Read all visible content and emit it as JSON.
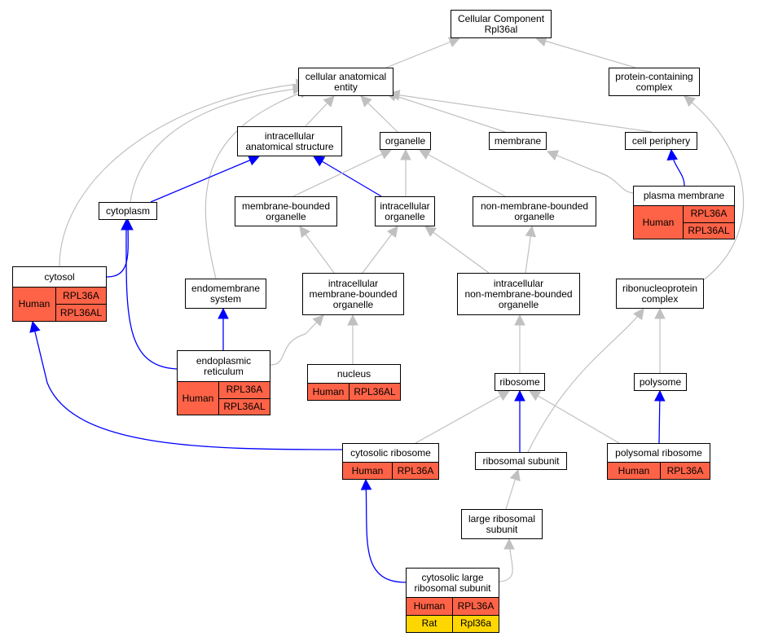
{
  "colors": {
    "annotated_edge": "#0000ff",
    "plain_edge": "#c0c0c0",
    "human": "#ff6347",
    "rat": "#ffd700"
  },
  "nodes": {
    "root": {
      "label": "Cellular Component\nRpl36al"
    },
    "cellular_anatomical_entity": {
      "label": "cellular anatomical\nentity"
    },
    "protein_containing_complex": {
      "label": "protein-containing\ncomplex"
    },
    "intracellular_anatomical_structure": {
      "label": "intracellular\nanatomical structure"
    },
    "organelle": {
      "label": "organelle"
    },
    "membrane": {
      "label": "membrane"
    },
    "cell_periphery": {
      "label": "cell periphery"
    },
    "plasma_membrane": {
      "label": "plasma membrane",
      "annotations": [
        {
          "species": "Human",
          "genes": [
            "RPL36A",
            "RPL36AL"
          ]
        }
      ]
    },
    "cytoplasm": {
      "label": "cytoplasm"
    },
    "membrane_bounded_organelle": {
      "label": "membrane-bounded\norganelle"
    },
    "intracellular_organelle": {
      "label": "intracellular\norganelle"
    },
    "non_membrane_bounded_organelle": {
      "label": "non-membrane-bounded\norganelle"
    },
    "cytosol": {
      "label": "cytosol",
      "annotations": [
        {
          "species": "Human",
          "genes": [
            "RPL36A",
            "RPL36AL"
          ]
        }
      ]
    },
    "endomembrane_system": {
      "label": "endomembrane\nsystem"
    },
    "intracellular_mb_organelle": {
      "label": "intracellular\nmembrane-bounded\norganelle"
    },
    "intracellular_nmb_organelle": {
      "label": "intracellular\nnon-membrane-bounded\norganelle"
    },
    "rnp_complex": {
      "label": "ribonucleoprotein\ncomplex"
    },
    "endoplasmic_reticulum": {
      "label": "endoplasmic\nreticulum",
      "annotations": [
        {
          "species": "Human",
          "genes": [
            "RPL36A",
            "RPL36AL"
          ]
        }
      ]
    },
    "nucleus": {
      "label": "nucleus",
      "annotations": [
        {
          "species": "Human",
          "genes": [
            "RPL36AL"
          ]
        }
      ]
    },
    "ribosome": {
      "label": "ribosome"
    },
    "polysome": {
      "label": "polysome"
    },
    "cytosolic_ribosome": {
      "label": "cytosolic ribosome",
      "annotations": [
        {
          "species": "Human",
          "genes": [
            "RPL36A"
          ]
        }
      ]
    },
    "ribosomal_subunit": {
      "label": "ribosomal subunit"
    },
    "polysomal_ribosome": {
      "label": "polysomal ribosome",
      "annotations": [
        {
          "species": "Human",
          "genes": [
            "RPL36A"
          ]
        }
      ]
    },
    "large_ribosomal_subunit": {
      "label": "large ribosomal\nsubunit"
    },
    "cytosolic_large_ribosomal_subunit": {
      "label": "cytosolic large\nribosomal subunit",
      "annotations": [
        {
          "species": "Human",
          "genes": [
            "RPL36A"
          ]
        },
        {
          "species": "Rat",
          "genes": [
            "Rpl36a"
          ]
        }
      ]
    }
  },
  "edges": [
    {
      "from": "cellular_anatomical_entity",
      "to": "root",
      "kind": "plain"
    },
    {
      "from": "protein_containing_complex",
      "to": "root",
      "kind": "plain"
    },
    {
      "from": "intracellular_anatomical_structure",
      "to": "cellular_anatomical_entity",
      "kind": "plain"
    },
    {
      "from": "organelle",
      "to": "cellular_anatomical_entity",
      "kind": "plain"
    },
    {
      "from": "membrane",
      "to": "cellular_anatomical_entity",
      "kind": "plain"
    },
    {
      "from": "cell_periphery",
      "to": "cellular_anatomical_entity",
      "kind": "plain"
    },
    {
      "from": "cytoplasm",
      "to": "cellular_anatomical_entity",
      "kind": "plain"
    },
    {
      "from": "cytosol",
      "to": "cellular_anatomical_entity",
      "kind": "plain"
    },
    {
      "from": "endomembrane_system",
      "to": "cellular_anatomical_entity",
      "kind": "plain"
    },
    {
      "from": "cytoplasm",
      "to": "intracellular_anatomical_structure",
      "kind": "annotated"
    },
    {
      "from": "intracellular_organelle",
      "to": "intracellular_anatomical_structure",
      "kind": "annotated"
    },
    {
      "from": "membrane_bounded_organelle",
      "to": "organelle",
      "kind": "plain"
    },
    {
      "from": "intracellular_organelle",
      "to": "organelle",
      "kind": "plain"
    },
    {
      "from": "non_membrane_bounded_organelle",
      "to": "organelle",
      "kind": "plain"
    },
    {
      "from": "plasma_membrane",
      "to": "membrane",
      "kind": "plain"
    },
    {
      "from": "plasma_membrane",
      "to": "cell_periphery",
      "kind": "annotated"
    },
    {
      "from": "rnp_complex",
      "to": "protein_containing_complex",
      "kind": "plain"
    },
    {
      "from": "cytosol",
      "to": "cytoplasm",
      "kind": "annotated"
    },
    {
      "from": "endoplasmic_reticulum",
      "to": "cytoplasm",
      "kind": "annotated"
    },
    {
      "from": "intracellular_mb_organelle",
      "to": "membrane_bounded_organelle",
      "kind": "plain"
    },
    {
      "from": "intracellular_mb_organelle",
      "to": "intracellular_organelle",
      "kind": "plain"
    },
    {
      "from": "intracellular_nmb_organelle",
      "to": "intracellular_organelle",
      "kind": "plain"
    },
    {
      "from": "intracellular_nmb_organelle",
      "to": "non_membrane_bounded_organelle",
      "kind": "plain"
    },
    {
      "from": "endoplasmic_reticulum",
      "to": "endomembrane_system",
      "kind": "annotated"
    },
    {
      "from": "endoplasmic_reticulum",
      "to": "intracellular_mb_organelle",
      "kind": "plain"
    },
    {
      "from": "nucleus",
      "to": "intracellular_mb_organelle",
      "kind": "plain"
    },
    {
      "from": "ribosome",
      "to": "intracellular_nmb_organelle",
      "kind": "plain"
    },
    {
      "from": "polysome",
      "to": "rnp_complex",
      "kind": "plain"
    },
    {
      "from": "ribosomal_subunit",
      "to": "rnp_complex",
      "kind": "plain"
    },
    {
      "from": "cytosolic_ribosome",
      "to": "cytosol",
      "kind": "annotated"
    },
    {
      "from": "cytosolic_ribosome",
      "to": "ribosome",
      "kind": "plain"
    },
    {
      "from": "ribosomal_subunit",
      "to": "ribosome",
      "kind": "annotated"
    },
    {
      "from": "polysomal_ribosome",
      "to": "ribosome",
      "kind": "plain"
    },
    {
      "from": "polysomal_ribosome",
      "to": "polysome",
      "kind": "annotated"
    },
    {
      "from": "large_ribosomal_subunit",
      "to": "ribosomal_subunit",
      "kind": "plain"
    },
    {
      "from": "cytosolic_large_ribosomal_subunit",
      "to": "cytosolic_ribosome",
      "kind": "annotated"
    },
    {
      "from": "cytosolic_large_ribosomal_subunit",
      "to": "large_ribosomal_subunit",
      "kind": "plain"
    }
  ]
}
